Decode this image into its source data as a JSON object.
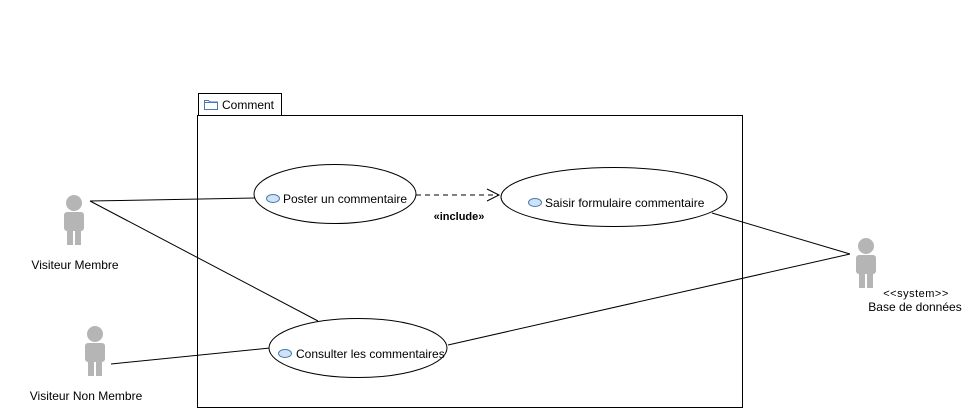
{
  "package": {
    "name": "Comment"
  },
  "actors": [
    {
      "id": "membre",
      "label": "Visiteur Membre",
      "stereotype": ""
    },
    {
      "id": "nonmembre",
      "label": "Visiteur Non Membre",
      "stereotype": ""
    },
    {
      "id": "bdd",
      "label": "Base de données",
      "stereotype": "<<system>>"
    }
  ],
  "use_cases": [
    {
      "id": "poster",
      "label": "Poster un commentaire"
    },
    {
      "id": "saisir",
      "label": "Saisir formulaire commentaire"
    },
    {
      "id": "consulter",
      "label": "Consulter les commentaires"
    }
  ],
  "relations": [
    {
      "type": "association",
      "from": "membre",
      "to": "poster"
    },
    {
      "type": "association",
      "from": "membre",
      "to": "consulter"
    },
    {
      "type": "association",
      "from": "nonmembre",
      "to": "consulter"
    },
    {
      "type": "association",
      "from": "saisir",
      "to": "bdd"
    },
    {
      "type": "association",
      "from": "consulter",
      "to": "bdd"
    },
    {
      "type": "include",
      "from": "poster",
      "to": "saisir",
      "label": "«include»"
    }
  ],
  "colors": {
    "actor_fill": "#b5b5b5",
    "usecase_icon_fill": "#cfe3f7",
    "usecase_icon_stroke": "#4a78b0",
    "folder_icon_stroke": "#4a78b0"
  }
}
